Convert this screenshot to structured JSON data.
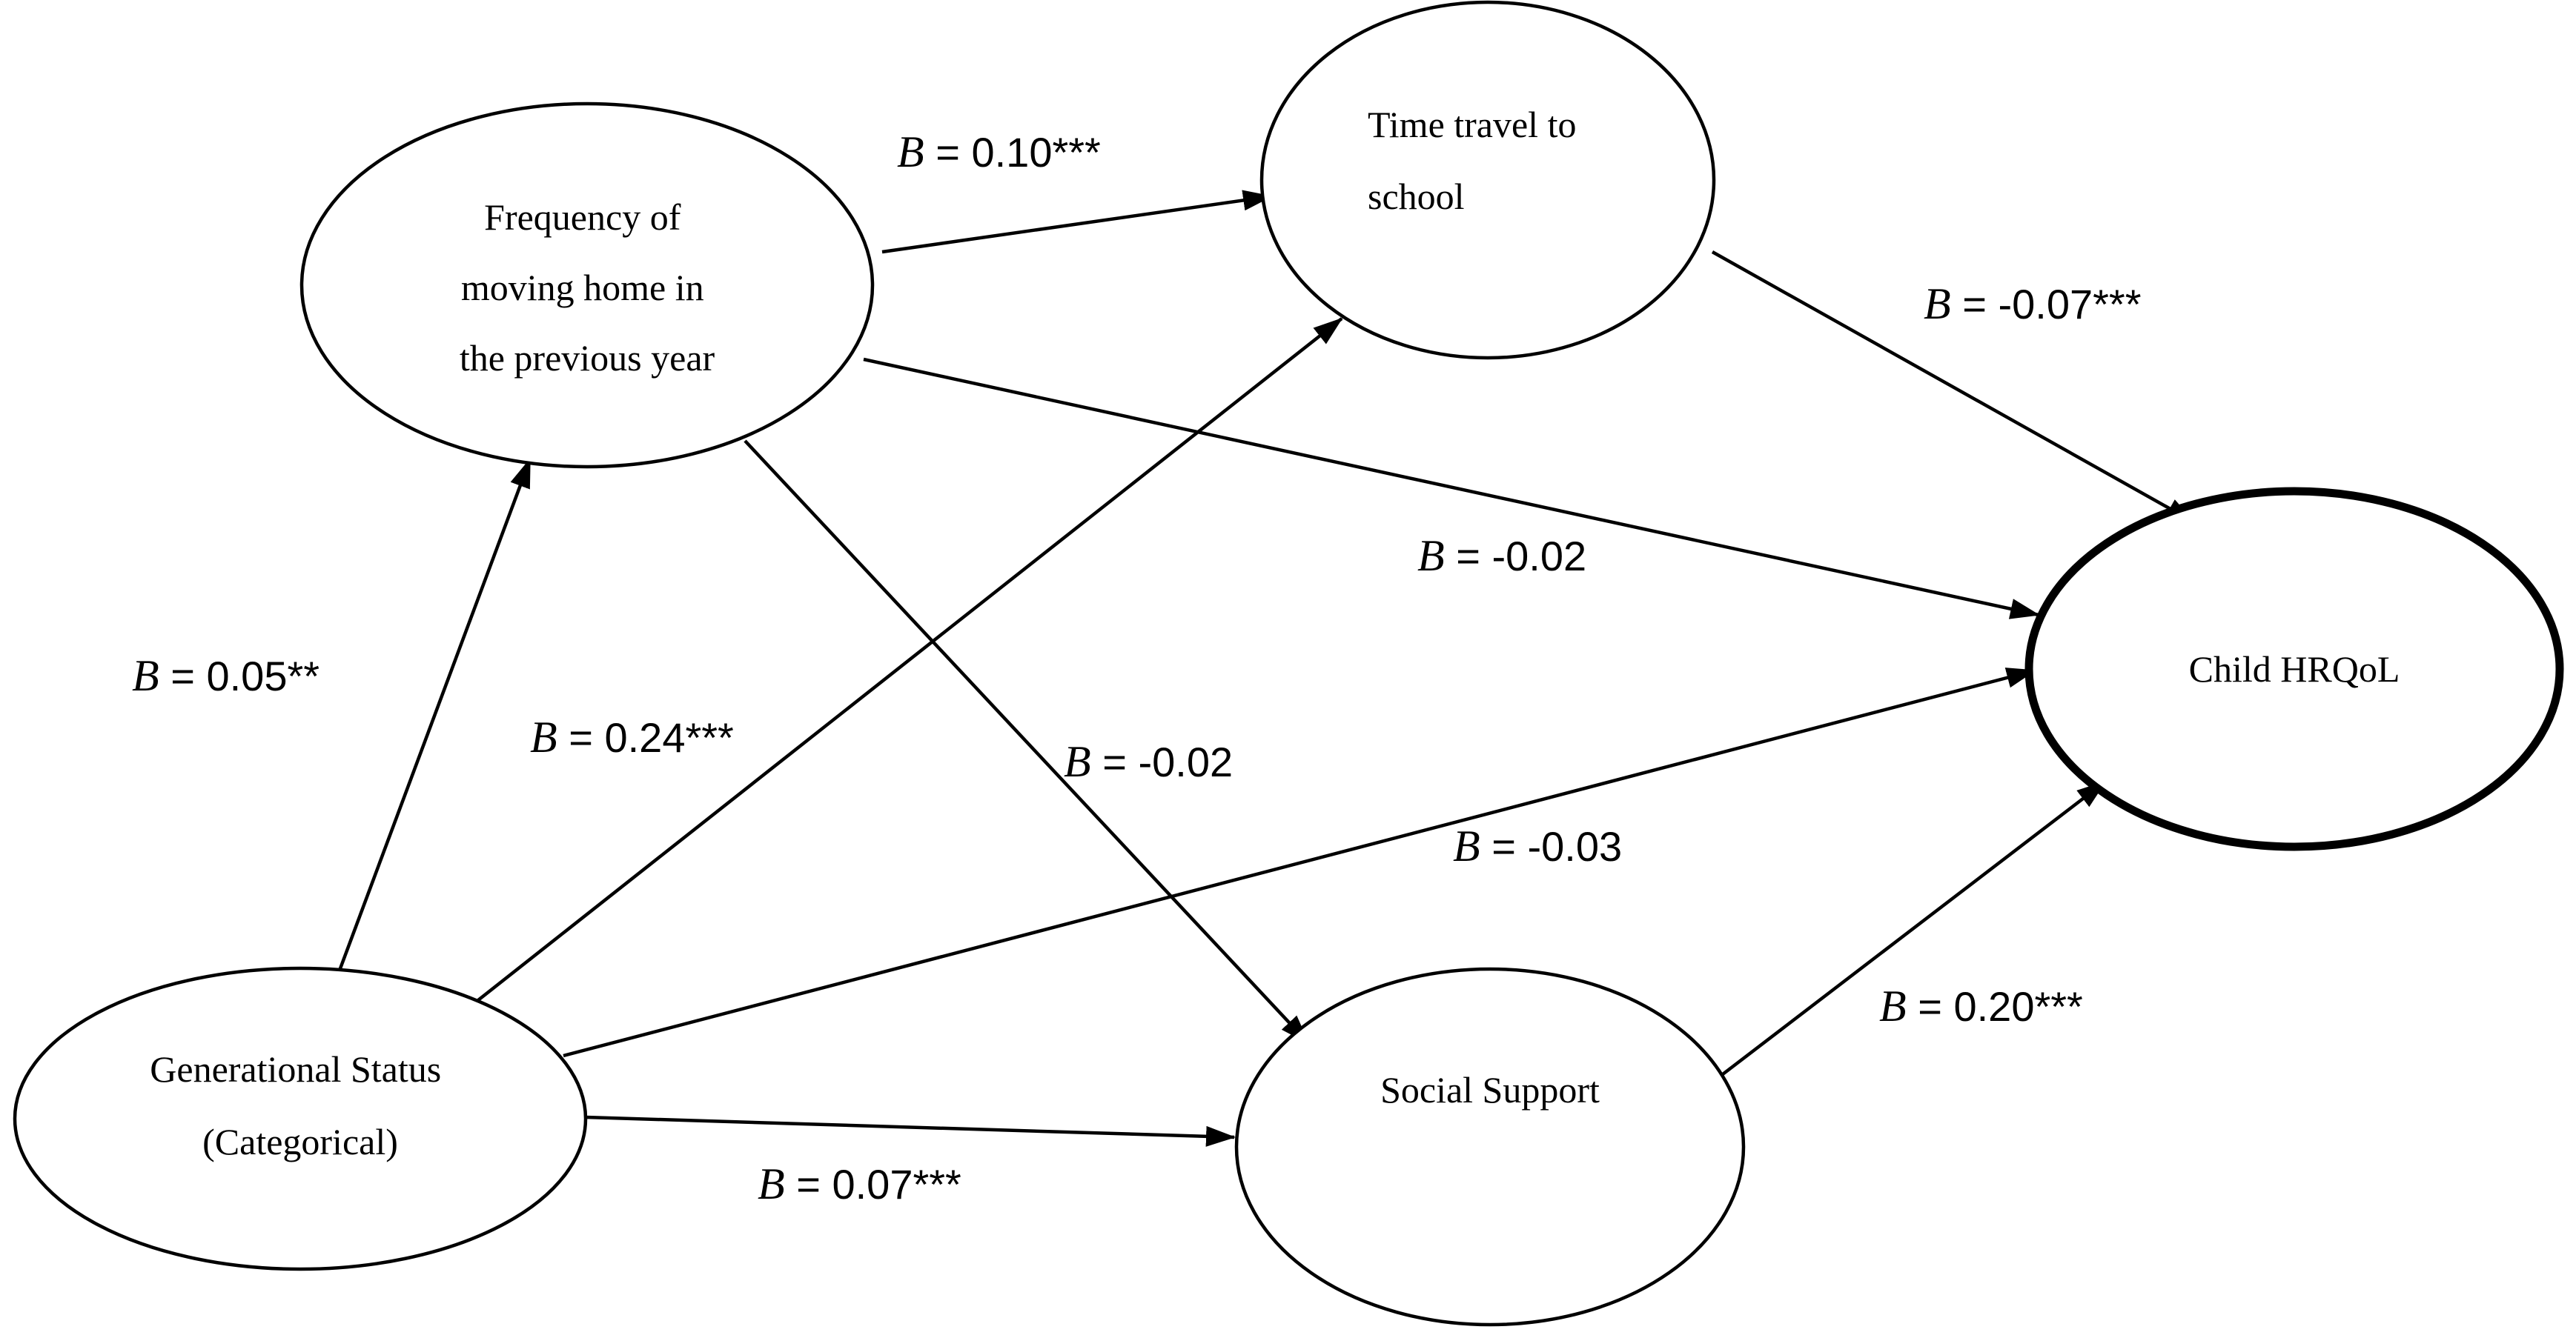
{
  "nodes": {
    "frequency": {
      "lines": [
        "Frequency of",
        "moving home in",
        "the previous year"
      ]
    },
    "time_travel": {
      "lines": [
        "Time travel to",
        "school"
      ]
    },
    "child_hrqol": {
      "lines": [
        "Child HRQoL"
      ]
    },
    "generational": {
      "lines": [
        "Generational Status",
        "(Categorical)"
      ]
    },
    "social_support": {
      "lines": [
        "Social Support"
      ]
    }
  },
  "edges": [
    {
      "from": "frequency",
      "to": "time_travel",
      "symbol": "B",
      "label": " = 0.10***"
    },
    {
      "from": "time_travel",
      "to": "child_hrqol",
      "symbol": "B",
      "label": " = -0.07***"
    },
    {
      "from": "frequency",
      "to": "child_hrqol",
      "symbol": "B",
      "label": " = -0.02"
    },
    {
      "from": "generational",
      "to": "frequency",
      "symbol": "B",
      "label": " = 0.05**"
    },
    {
      "from": "generational",
      "to": "time_travel",
      "symbol": "B",
      "label": " = 0.24***"
    },
    {
      "from": "frequency",
      "to": "social_support",
      "symbol": "B",
      "label": " = -0.02"
    },
    {
      "from": "generational",
      "to": "child_hrqol",
      "symbol": "B",
      "label": " = -0.03"
    },
    {
      "from": "social_support",
      "to": "child_hrqol",
      "symbol": "B",
      "label": " = 0.20***"
    },
    {
      "from": "generational",
      "to": "social_support",
      "symbol": "B",
      "label": " = 0.07***"
    }
  ]
}
